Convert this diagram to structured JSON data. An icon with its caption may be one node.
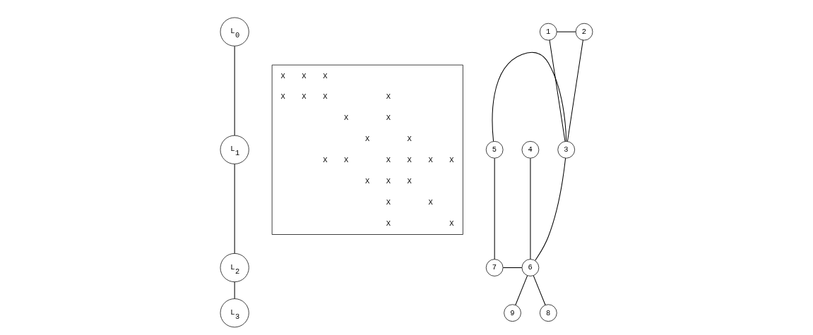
{
  "diagram": {
    "nodes": [
      {
        "text": [
          "1"
        ]
      },
      {
        "text": [
          "2"
        ]
      },
      {
        "text": [
          "3"
        ]
      },
      {
        "text": [
          "4"
        ]
      },
      {
        "text": [
          "5"
        ]
      },
      {
        "text": [
          "6"
        ]
      },
      {
        "text": [
          "7"
        ]
      },
      {
        "text": [
          "8"
        ]
      },
      {
        "text": [
          "9"
        ]
      },
      {
        "text": [
          "L$_{0}$"
        ]
      },
      {
        "text": [
          "L$_{1}$"
        ]
      },
      {
        "text": [
          "L$_{2}$"
        ]
      },
      {
        "text": [
          "L$_{3}$"
        ]
      }
    ],
    "edges": [
      {
        "from": 0,
        "to": 1,
        "arrow": "none"
      },
      {
        "from": 0,
        "to": 2,
        "arrow": "none"
      },
      {
        "from": 1,
        "to": 2,
        "arrow": "none"
      },
      {
        "from": 4,
        "to": 2,
        "arrow": "none"
      },
      {
        "from": 4,
        "to": 6,
        "arrow": "none"
      },
      {
        "from": 2,
        "to": 5,
        "arrow": "none"
      },
      {
        "from": 3,
        "to": 5,
        "arrow": "none"
      },
      {
        "from": 6,
        "to": 5,
        "arrow": "none"
      },
      {
        "from": 5,
        "to": 7,
        "arrow": "none"
      },
      {
        "from": 5,
        "to": 8,
        "arrow": "none"
      },
      {
        "from": 9,
        "to": 10,
        "arrow": "none"
      },
      {
        "from": 10,
        "to": 11,
        "arrow": "none"
      },
      {
        "from": 11,
        "to": 12,
        "arrow": "none"
      }
    ],
    "labels": [
      "X",
      "X",
      "X",
      "X",
      "X",
      "X",
      "X",
      "X",
      "X",
      "X",
      "X",
      "X",
      "X",
      "X",
      "X",
      "X",
      "X",
      "X",
      "X",
      "X",
      "X",
      "X",
      "X",
      "X"
    ]
  }
}
